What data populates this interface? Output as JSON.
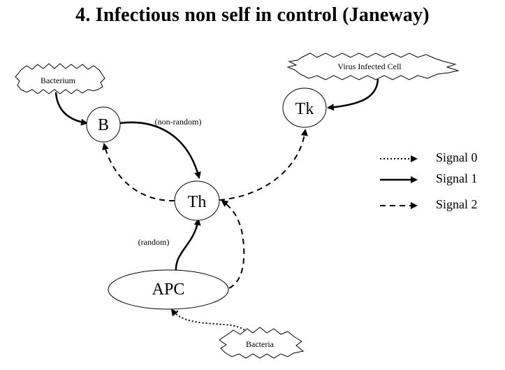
{
  "title": "4. Infectious non self in control (Janeway)",
  "nodes": {
    "b": "B",
    "th": "Th",
    "tk": "Tk",
    "apc": "APC"
  },
  "stimuli": {
    "bacterium": "Bacterium",
    "virus_infected_cell": "Virus Infected Cell",
    "bacteria": "Bacteria"
  },
  "edge_labels": {
    "non_random": "(non-random)",
    "random": "(random)"
  },
  "legend": {
    "signal0": "Signal 0",
    "signal1": "Signal 1",
    "signal2": "Signal 2"
  }
}
